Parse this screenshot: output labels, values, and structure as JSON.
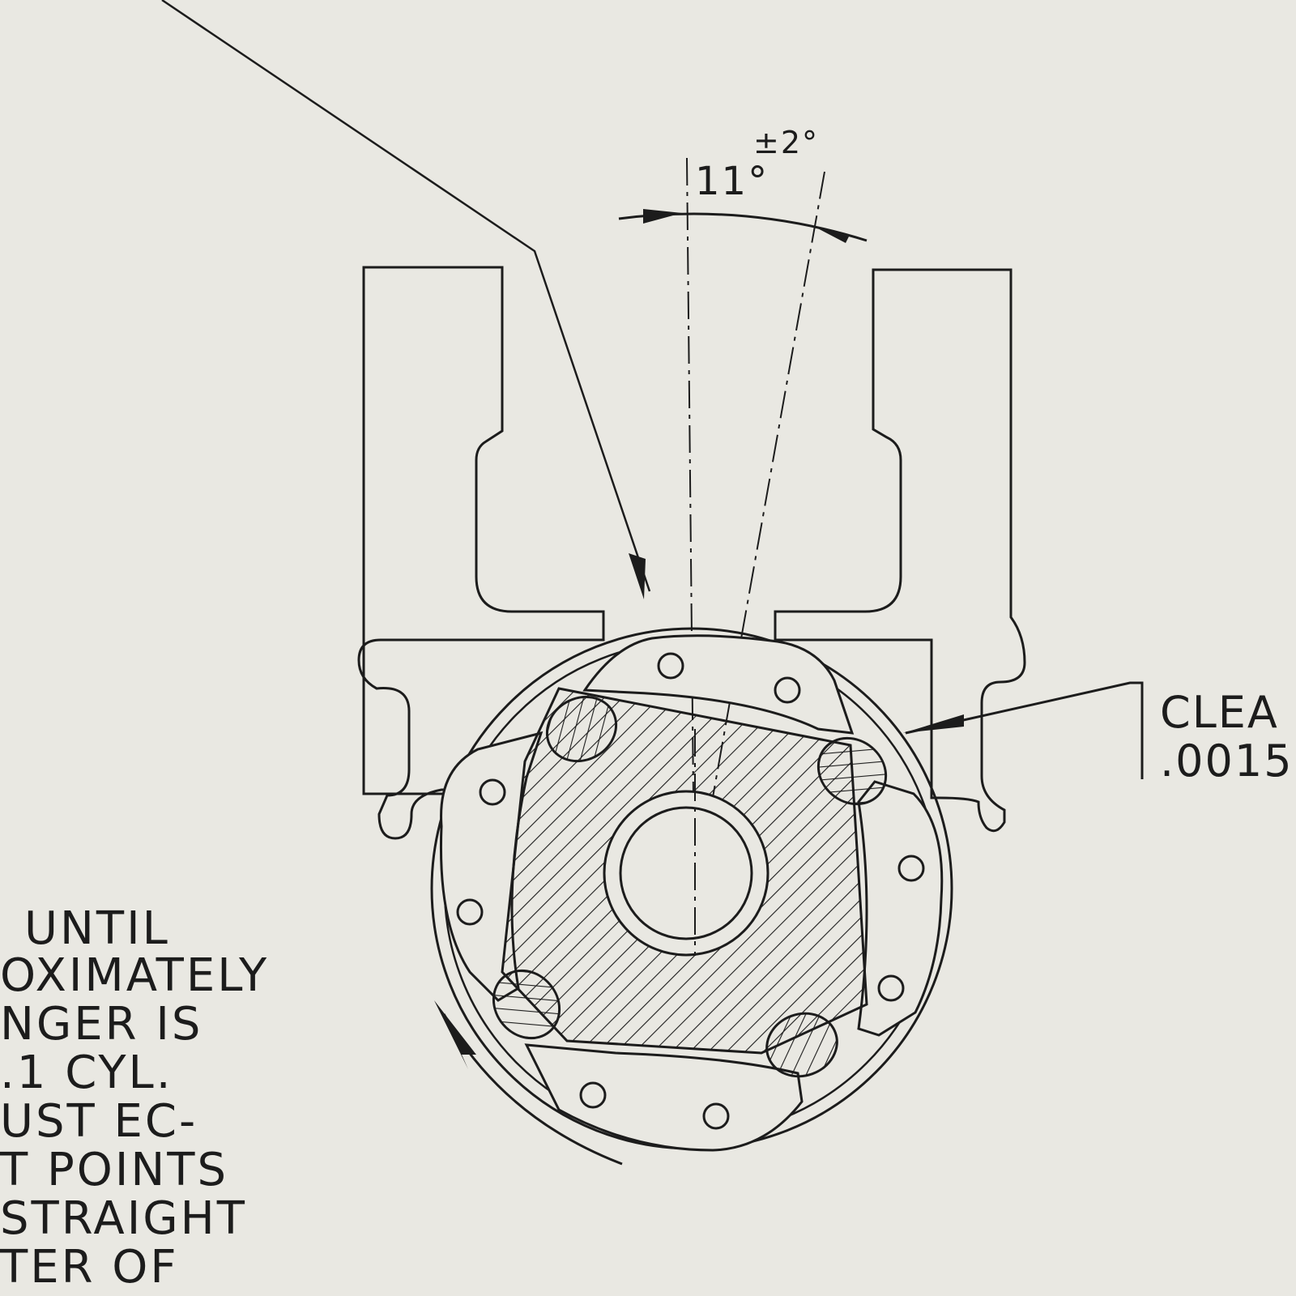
{
  "angle": {
    "value": "11°",
    "tolerance": "±2°"
  },
  "callout": {
    "line1": "CLEA",
    "line2": ".0015"
  },
  "note_lines": [
    "UNTIL",
    "OXIMATELY",
    "NGER  IS",
    ".1  CYL.",
    "UST  EC-",
    "T  POINTS",
    "STRAIGHT",
    "TER  OF"
  ],
  "icons": {
    "rotation": "curved-arrow-icon",
    "leader": "arrow-icon"
  }
}
